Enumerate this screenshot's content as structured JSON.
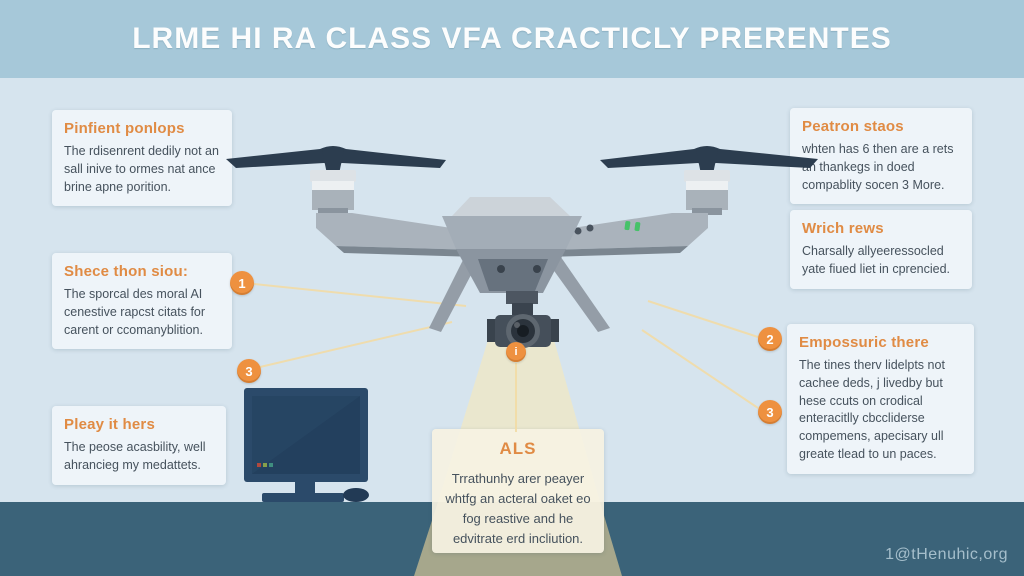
{
  "title": "LRME HI RA CLASS VFA CRACTICLY PRERENTES",
  "callouts": {
    "left": [
      {
        "heading": "Pinfient ponlops",
        "body": "The rdisenrent dedily not an sall inive to ormes nat ance brine apne porition."
      },
      {
        "heading": "Shece thon siou:",
        "body": "The sporcal des moral AI cenestive rapcst citats for carent or ccomanyblition."
      },
      {
        "heading": "Pleay it hers",
        "body": "The peose acasbility, well ahrancieg my medattets."
      }
    ],
    "right": [
      {
        "heading": "Peatron staos",
        "body": "whten has 6 then are a rets an thankegs in doed compablity socen 3 More."
      },
      {
        "heading": "Wrich rews",
        "body": "Charsally allyeeressocled yate fiued liet in cprencied."
      },
      {
        "heading": "Empossuric there",
        "body": "The tines therv lidelpts not cachee deds, j livedby but hese ccuts on crodical enteracitlly cbccliderse compemens, apecisary ull greate tlead to un paces."
      }
    ],
    "center": {
      "heading": "ALS",
      "body": "Trrathunhy arer peayer whtfg an acteral oaket eo fog reastive and he edvitrate erd incliution."
    }
  },
  "markers": [
    {
      "label": "1"
    },
    {
      "label": "3"
    },
    {
      "label": "2"
    },
    {
      "label": "3"
    },
    {
      "label": "i"
    }
  ],
  "footer": {
    "watermark": "1@tHenuhic,org"
  },
  "icons": {
    "drone": "quadcopter-front-view",
    "monitor": "desktop-monitor-with-mouse",
    "beam": "camera-spotlight-beam"
  },
  "colors": {
    "background": "#d6e4ee",
    "banner": "#a6c8d9",
    "title_text": "#fcfdfd",
    "ground": "#3b6379",
    "heading_accent": "#e08b44",
    "body_text": "#46525d",
    "marker": "#ee9140",
    "connector_line": "#f2dca6",
    "beam": "#ece7cb",
    "beam_on_ground": "#a6a78c",
    "propeller": "#2c3d4f",
    "drone_body": "#9aa4ae",
    "led_green": "#46c269",
    "monitor": "#2b4a6a",
    "callout_bg": "#eef5f9",
    "center_callout_bg": "#f6f2e2",
    "watermark_text": "#b8cfda"
  }
}
